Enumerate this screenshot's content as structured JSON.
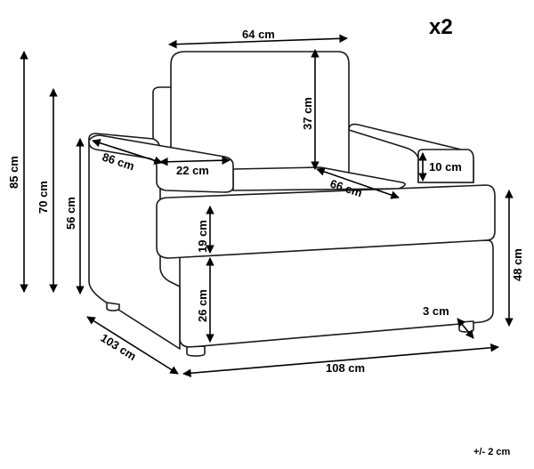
{
  "quantity": "x2",
  "tolerance": "+/- 2 cm",
  "dimensions": {
    "back_width": "64 cm",
    "back_height": "37 cm",
    "total_height": "85 cm",
    "back_height_from_floor": "70 cm",
    "arm_height": "56 cm",
    "arm_depth": "86 cm",
    "arm_width": "22 cm",
    "seat_depth": "66 cm",
    "arm_rise": "10 cm",
    "cushion_thickness": "19 cm",
    "base_height": "26 cm",
    "seat_height": "48 cm",
    "leg_height": "3 cm",
    "total_depth": "103 cm",
    "total_width": "108 cm"
  }
}
